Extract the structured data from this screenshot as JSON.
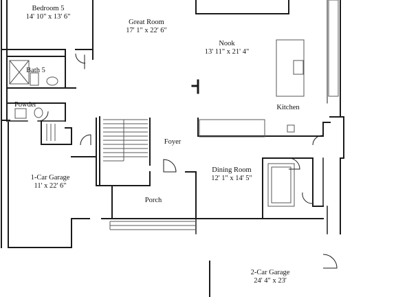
{
  "rooms": {
    "bedroom5": {
      "name": "Bedroom 5",
      "dims": "14' 10\" x 13' 6\""
    },
    "great_room": {
      "name": "Great Room",
      "dims": "17' 1\" x 22' 6\""
    },
    "nook": {
      "name": "Nook",
      "dims": "13' 11\" x 21' 4\""
    },
    "bath5": {
      "name": "Bath 5"
    },
    "powder": {
      "name": "Powder"
    },
    "kitchen": {
      "name": "Kitchen"
    },
    "foyer": {
      "name": "Foyer"
    },
    "dining_room": {
      "name": "Dining Room",
      "dims": "12' 1\" x 14' 5\""
    },
    "garage1": {
      "name": "1-Car Garage",
      "dims": "11' x 22' 6\""
    },
    "porch": {
      "name": "Porch"
    },
    "garage2": {
      "name": "2-Car Garage",
      "dims": "24' 4\" x 23'"
    }
  },
  "colors": {
    "wall": "#1a1a1a",
    "fixture": "#555555"
  }
}
